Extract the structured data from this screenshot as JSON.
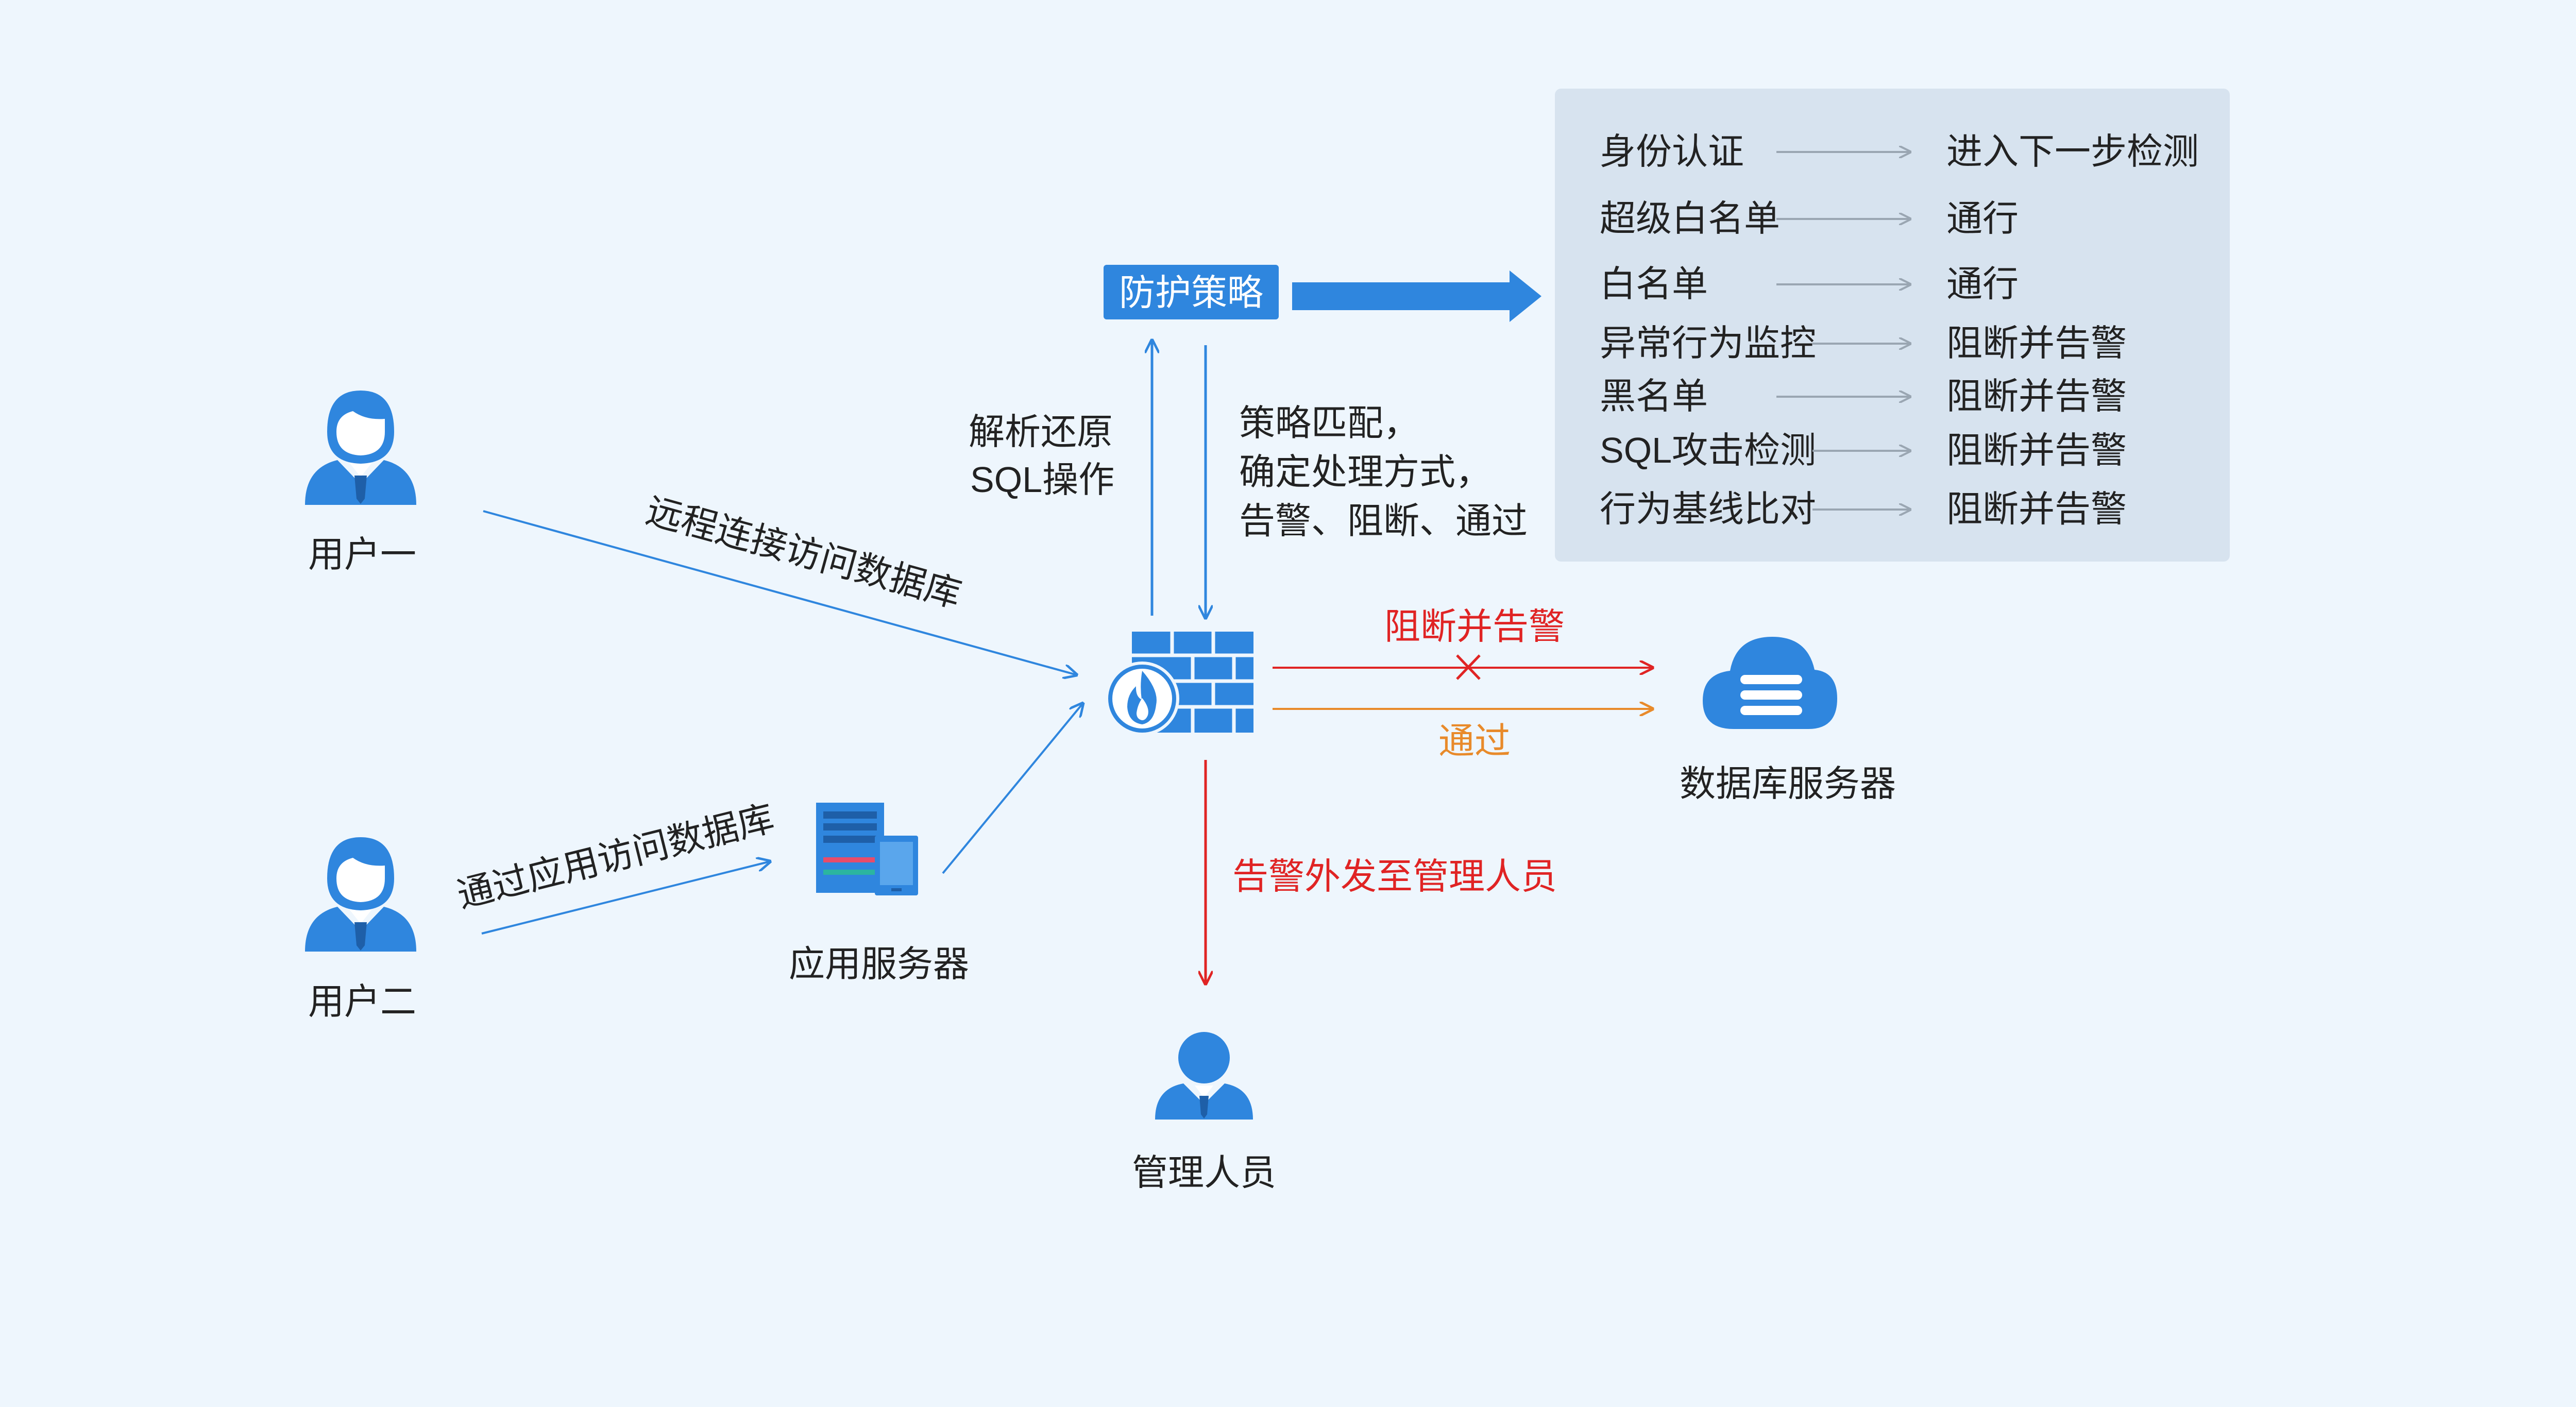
{
  "colors": {
    "background": "#eef6fd",
    "primary_blue": "#2f86de",
    "panel_bg": "#d7e3ef",
    "red": "#e02424",
    "orange": "#e88a2a",
    "text": "#222222",
    "arrow_gray": "#9aa6b2",
    "white": "#ffffff"
  },
  "actors": {
    "user1": {
      "label": "用户一",
      "icon": "user-icon"
    },
    "user2": {
      "label": "用户二",
      "icon": "user-icon"
    },
    "admin": {
      "label": "管理人员",
      "icon": "admin-icon"
    },
    "app_server": {
      "label": "应用服务器",
      "icon": "server-icon"
    },
    "db_server": {
      "label": "数据库服务器",
      "icon": "cloud-database-icon"
    },
    "firewall": {
      "icon": "firewall-icon"
    }
  },
  "flows": {
    "remote_access": "远程连接访问数据库",
    "app_access": "通过应用访问数据库",
    "parse": [
      "解析还原",
      "SQL操作"
    ],
    "match": [
      "策略匹配，",
      "确定处理方式，",
      "告警、阻断、通过"
    ],
    "block": "阻断并告警",
    "pass": "通过",
    "alert": "告警外发至管理人员"
  },
  "policy": {
    "title": "防护策略",
    "rules": [
      {
        "name": "身份认证",
        "result": "进入下一步检测"
      },
      {
        "name": "超级白名单",
        "result": "通行"
      },
      {
        "name": "白名单",
        "result": "通行"
      },
      {
        "name": "异常行为监控",
        "result": "阻断并告警"
      },
      {
        "name": "黑名单",
        "result": "阻断并告警"
      },
      {
        "name": "SQL攻击检测",
        "result": "阻断并告警"
      },
      {
        "name": "行为基线比对",
        "result": "阻断并告警"
      }
    ]
  }
}
